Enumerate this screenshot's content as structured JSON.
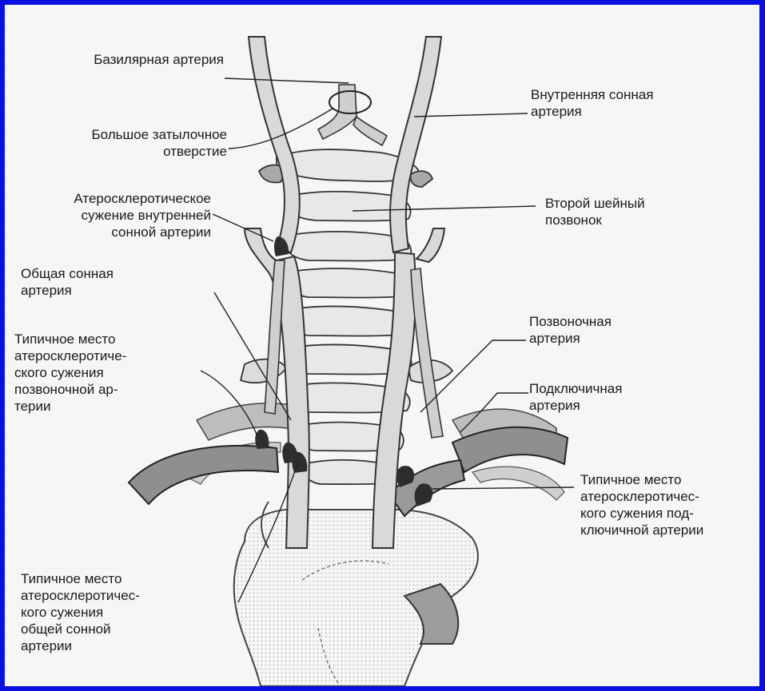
{
  "border_color": "#0a10e0",
  "labels": {
    "basilar": "Базилярная артерия",
    "foramen": "Большое затылочное\nотверстие",
    "athero_internal": "Атеросклеротическое\nсужение внутренней\nсонной артерии",
    "common_carotid": "Общая сонная\nартерия",
    "typical_vertebral": "Типичное место\nатеросклеротиче-\nского сужения\nпозвоночной ар-\nтерии",
    "typical_common": "Типичное место\nатеросклеротичес-\nкого сужения\nобщей сонной\nартерии",
    "internal_carotid": "Внутренняя сонная\nартерия",
    "second_vertebra": "Второй шейный\nпозвонок",
    "vertebral": "Позвоночная\nартерия",
    "subclavian": "Подключичная\nартерия",
    "typical_subclavian": "Типичное место\nатеросклеротичес-\nкого сужения под-\nключичной артерии"
  }
}
